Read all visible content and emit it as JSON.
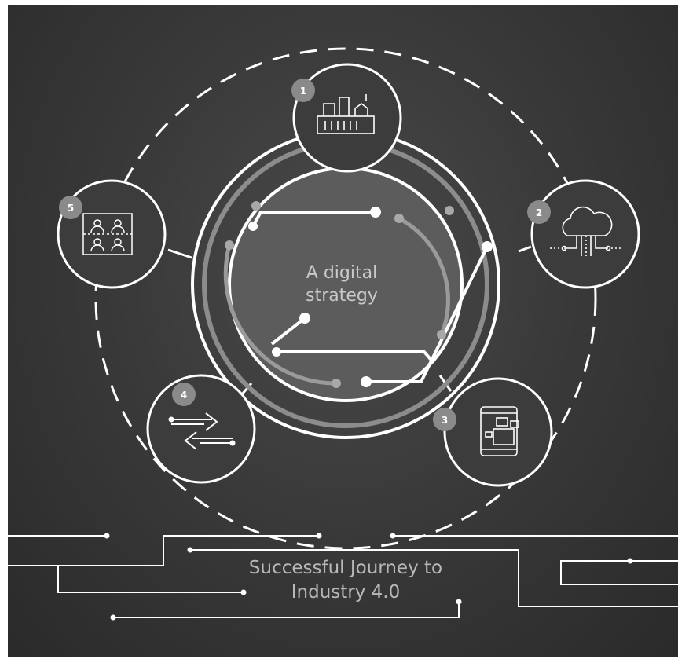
{
  "center": {
    "line1": "A digital",
    "line2": "strategy"
  },
  "footer": {
    "line1": "Successful Journey to",
    "line2": "Industry 4.0"
  },
  "nodes": [
    {
      "number": "1",
      "icon": "factory-icon"
    },
    {
      "number": "2",
      "icon": "cloud-network-icon"
    },
    {
      "number": "3",
      "icon": "mobile-device-icon"
    },
    {
      "number": "4",
      "icon": "exchange-arrows-icon"
    },
    {
      "number": "5",
      "icon": "team-network-icon"
    }
  ],
  "colors": {
    "background": "#3a3a3a",
    "line": "#ffffff",
    "badge": "#8a8a8a",
    "text": "#c9c9c9"
  }
}
